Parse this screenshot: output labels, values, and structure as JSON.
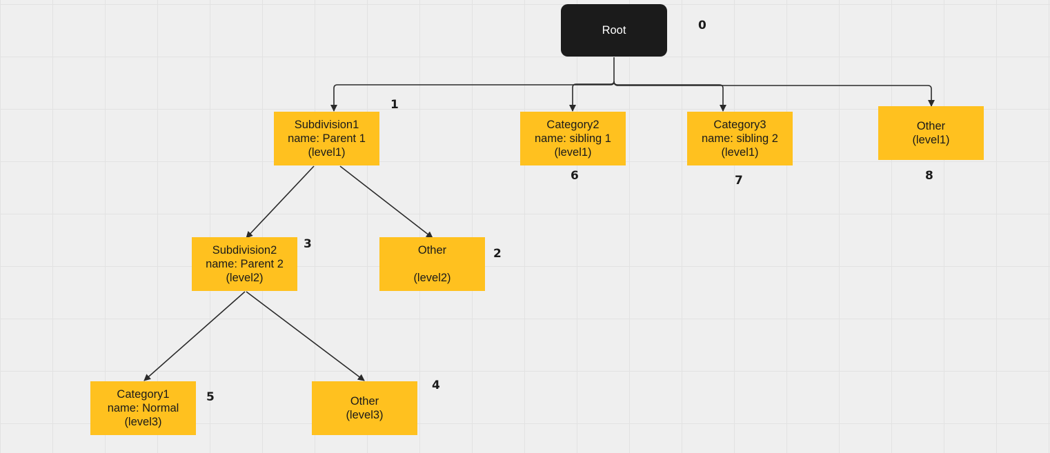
{
  "colors": {
    "background": "#efefef",
    "grid": "#e2e2e2",
    "node_fill": "#ffc11f",
    "root_fill": "#1b1b1b",
    "connector": "#2a2a2a"
  },
  "nodes": {
    "root": {
      "text": "Root",
      "number": "0"
    },
    "subdivision1": {
      "text": "Subdivision1\nname: Parent 1\n(level1)",
      "number": "1"
    },
    "category2": {
      "text": "Category2\nname: sibling 1\n(level1)",
      "number": "6"
    },
    "category3": {
      "text": "Category3\nname: sibling 2\n(level1)",
      "number": "7"
    },
    "other_level1": {
      "text": "Other\n(level1)",
      "number": "8"
    },
    "subdivision2": {
      "text": "Subdivision2\nname: Parent 2\n(level2)",
      "number": "3"
    },
    "other_level2": {
      "text": "Other\n\n(level2)",
      "number": "2"
    },
    "category1": {
      "text": "Category1\nname: Normal\n(level3)",
      "number": "5"
    },
    "other_level3": {
      "text": "Other\n(level3)",
      "number": "4"
    }
  }
}
